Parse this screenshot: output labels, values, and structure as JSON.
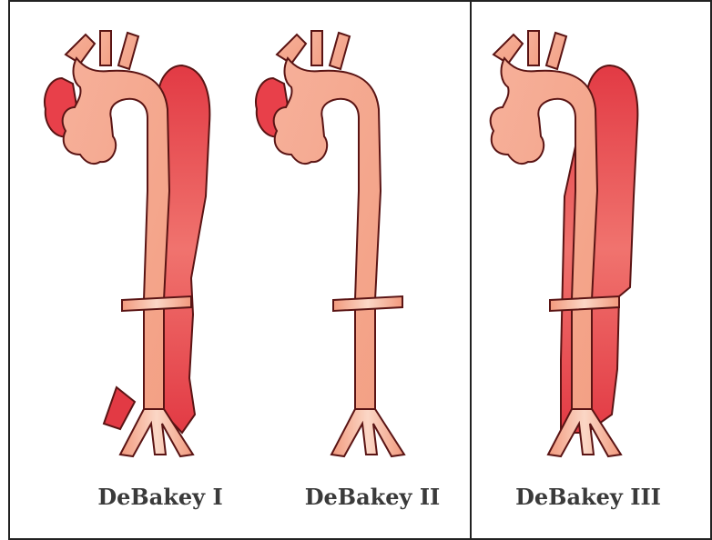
{
  "panels": [
    {
      "label": "DeBakey I"
    },
    {
      "label": "DeBakey II"
    },
    {
      "label": "DeBakey III"
    }
  ],
  "colors": {
    "frame": "#222222",
    "vessel_fill": "#f4a78d",
    "vessel_highlight": "#fbd6c4",
    "false_lumen_fill": "#e8404a",
    "false_lumen_light": "#f27a72",
    "outline": "#5a1414"
  }
}
